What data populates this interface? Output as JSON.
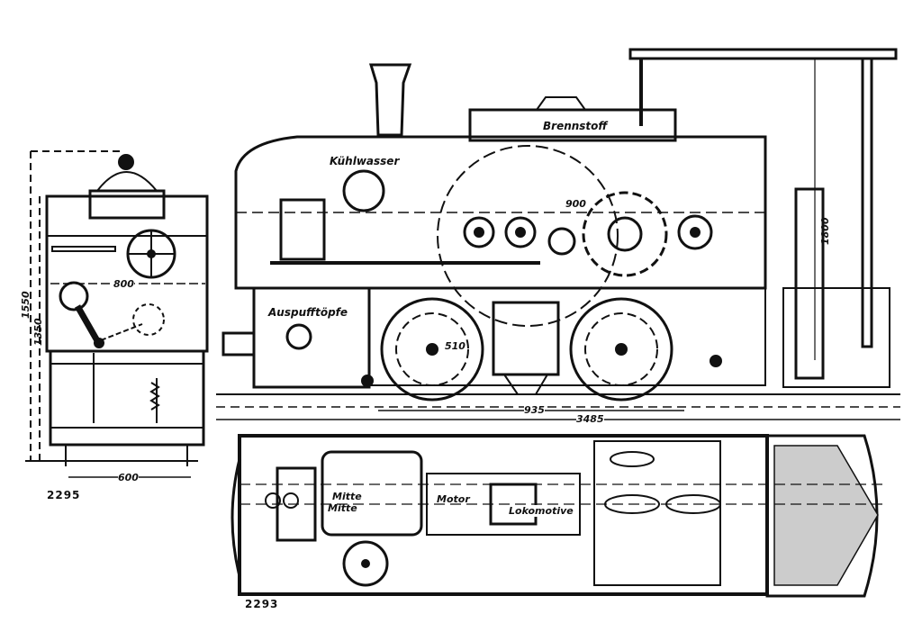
{
  "drawing": {
    "side_view": {
      "labels": {
        "fuel": "Brennstoff",
        "cooling_water": "Kühlwasser",
        "exhaust": "Auspufftöpfe"
      },
      "dimensions": {
        "flywheel": "900",
        "wheel": "510",
        "wheelbase": "935",
        "length": "3485",
        "cab_height": "1800"
      }
    },
    "front_view": {
      "dimensions": {
        "height_total": "1550",
        "height_body": "1350",
        "width_body": "800",
        "gauge": "600"
      },
      "figure_number": "2295"
    },
    "plan_view": {
      "labels": {
        "center_1": "Mitte",
        "center_2": "Mitte",
        "motor": "Motor",
        "locomotive": "Lokomotive"
      },
      "figure_number": "2293"
    }
  }
}
